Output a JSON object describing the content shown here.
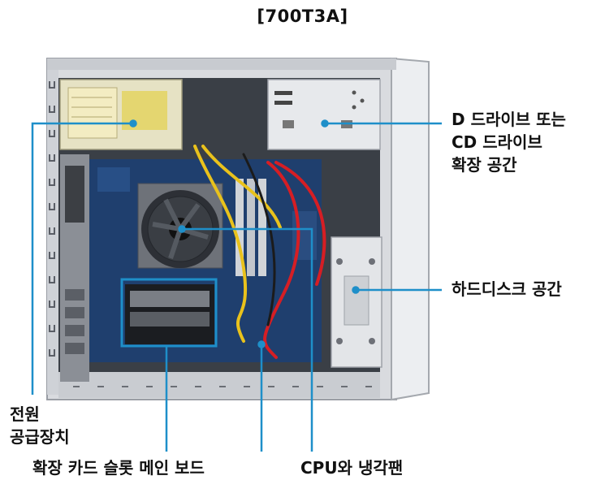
{
  "title": "[700T3A]",
  "accent_color": "#1e8fc9",
  "labels": {
    "optical_bay": [
      "D 드라이브 또는",
      "CD 드라이브",
      "확장 공간"
    ],
    "hdd_bay": "하드디스크 공간",
    "psu": [
      "전원",
      "공급장치"
    ],
    "expansion_slot_mainboard": "확장 카드 슬롯 메인 보드",
    "cpu_fan": "CPU와 냉각팬"
  }
}
